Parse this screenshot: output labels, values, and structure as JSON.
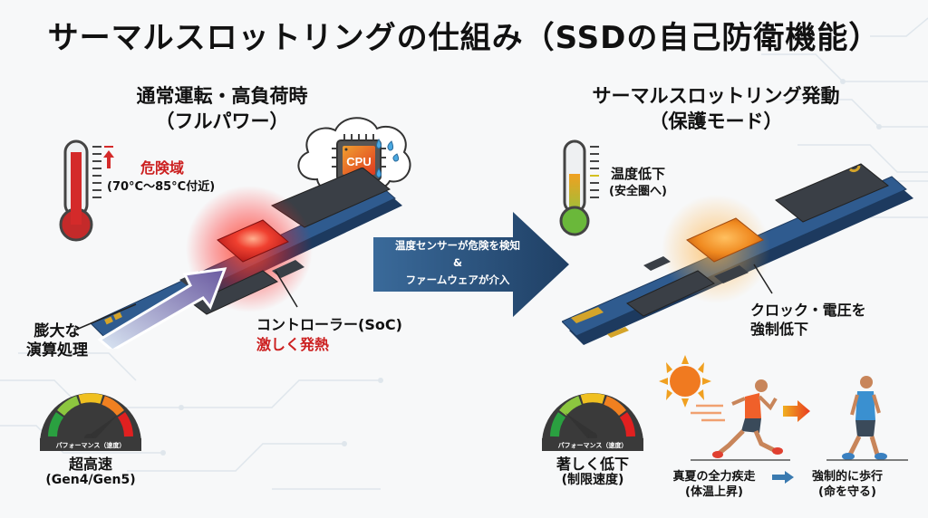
{
  "title": "サーマルスロットリングの仕組み（SSDの自己防衛機能）",
  "left_panel": {
    "heading_line1": "通常運転・高負荷時",
    "heading_line2": "（フルパワー）",
    "thermometer": {
      "state": "hot",
      "fill_color": "#d42a2a",
      "label": "危険域",
      "range": "(70°C〜85°C付近)"
    },
    "thought_bubble": {
      "chip_label": "CPU",
      "icon": "sweating-cpu-icon"
    },
    "workload_label_line1": "膨大な",
    "workload_label_line2": "演算処理",
    "controller_label": "コントローラー(SoC)",
    "controller_status": "激しく発熱",
    "gauge": {
      "caption": "パフォーマンス（速度）",
      "needle": "high",
      "value_label": "超高速",
      "value_sub": "(Gen4/Gen5)"
    }
  },
  "transition_arrow": {
    "line1": "温度センサーが危険を検知",
    "line2": "&",
    "line3": "ファームウェアが介入",
    "color": "#2d5278"
  },
  "right_panel": {
    "heading_line1": "サーマルスロットリング発動",
    "heading_line2": "（保護モード）",
    "thermometer": {
      "state": "cooling",
      "fill_color": "#f0b020",
      "label": "温度低下",
      "range": "(安全圏へ)"
    },
    "controller_label_line1": "クロック・電圧を",
    "controller_label_line2": "強制低下",
    "gauge": {
      "caption": "パフォーマンス（速度）",
      "needle": "low",
      "value_label": "著しく低下",
      "value_sub": "(制限速度)"
    },
    "analogy": {
      "before_line1": "真夏の全力疾走",
      "before_line2": "(体温上昇)",
      "after_line1": "強制的に歩行",
      "after_line2": "(命を守る)"
    }
  },
  "colors": {
    "pcb": "#2f5b8f",
    "hot_chip": "#e83a2a",
    "warm_chip": "#f08a20",
    "arrow": "#2d5278",
    "danger_text": "#cc2020"
  }
}
